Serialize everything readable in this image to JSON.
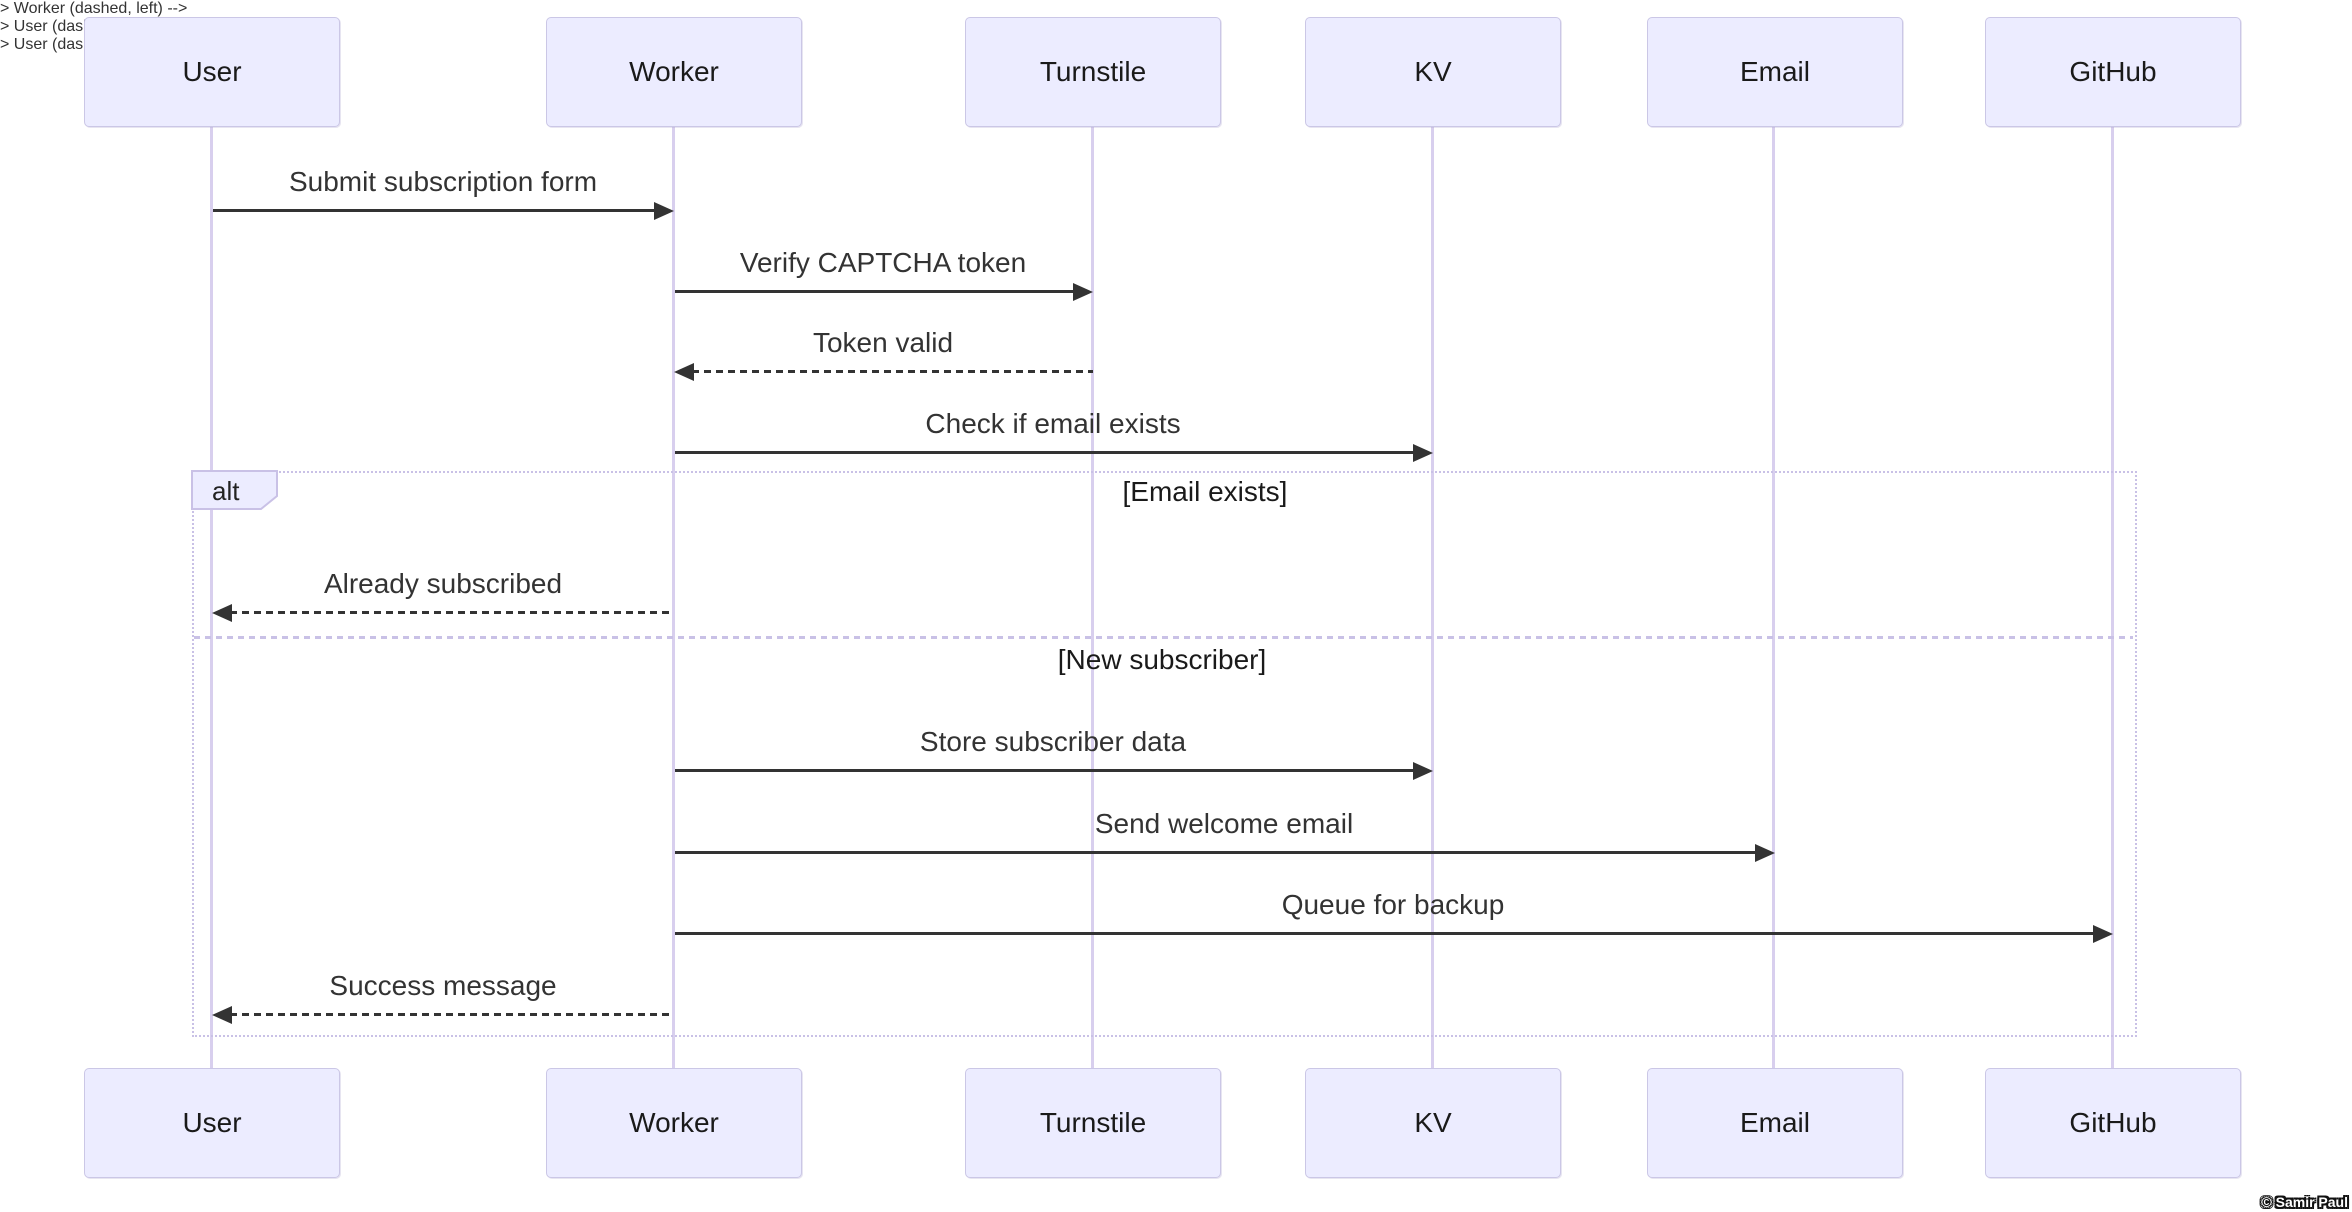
{
  "diagram": {
    "type": "sequence-diagram",
    "participants": [
      "User",
      "Worker",
      "Turnstile",
      "KV",
      "Email",
      "GitHub"
    ],
    "messages": [
      {
        "from": "User",
        "to": "Worker",
        "label": "Submit subscription form",
        "line": "solid",
        "direction": "right"
      },
      {
        "from": "Worker",
        "to": "Turnstile",
        "label": "Verify CAPTCHA token",
        "line": "solid",
        "direction": "right"
      },
      {
        "from": "Turnstile",
        "to": "Worker",
        "label": "Token valid",
        "line": "dashed",
        "direction": "left"
      },
      {
        "from": "Worker",
        "to": "KV",
        "label": "Check if email exists",
        "line": "solid",
        "direction": "right"
      },
      {
        "from": "Worker",
        "to": "User",
        "label": "Already subscribed",
        "line": "dashed",
        "direction": "left"
      },
      {
        "from": "Worker",
        "to": "KV",
        "label": "Store subscriber data",
        "line": "solid",
        "direction": "right"
      },
      {
        "from": "Worker",
        "to": "Email",
        "label": "Send welcome email",
        "line": "solid",
        "direction": "right"
      },
      {
        "from": "Worker",
        "to": "GitHub",
        "label": "Queue for backup",
        "line": "solid",
        "direction": "right"
      },
      {
        "from": "Worker",
        "to": "User",
        "label": "Success message",
        "line": "dashed",
        "direction": "left"
      }
    ],
    "alt": {
      "operator": "alt",
      "conditions": [
        "[Email exists]",
        "[New subscriber]"
      ]
    },
    "watermark": "© Samir Paul",
    "colors": {
      "actor_fill": "#ECECFF",
      "actor_border": "#CBC7E6",
      "lifeline": "#D8CFEE",
      "signal": "#333333",
      "frame_border": "#C9C1E6",
      "text": "#333333"
    }
  }
}
